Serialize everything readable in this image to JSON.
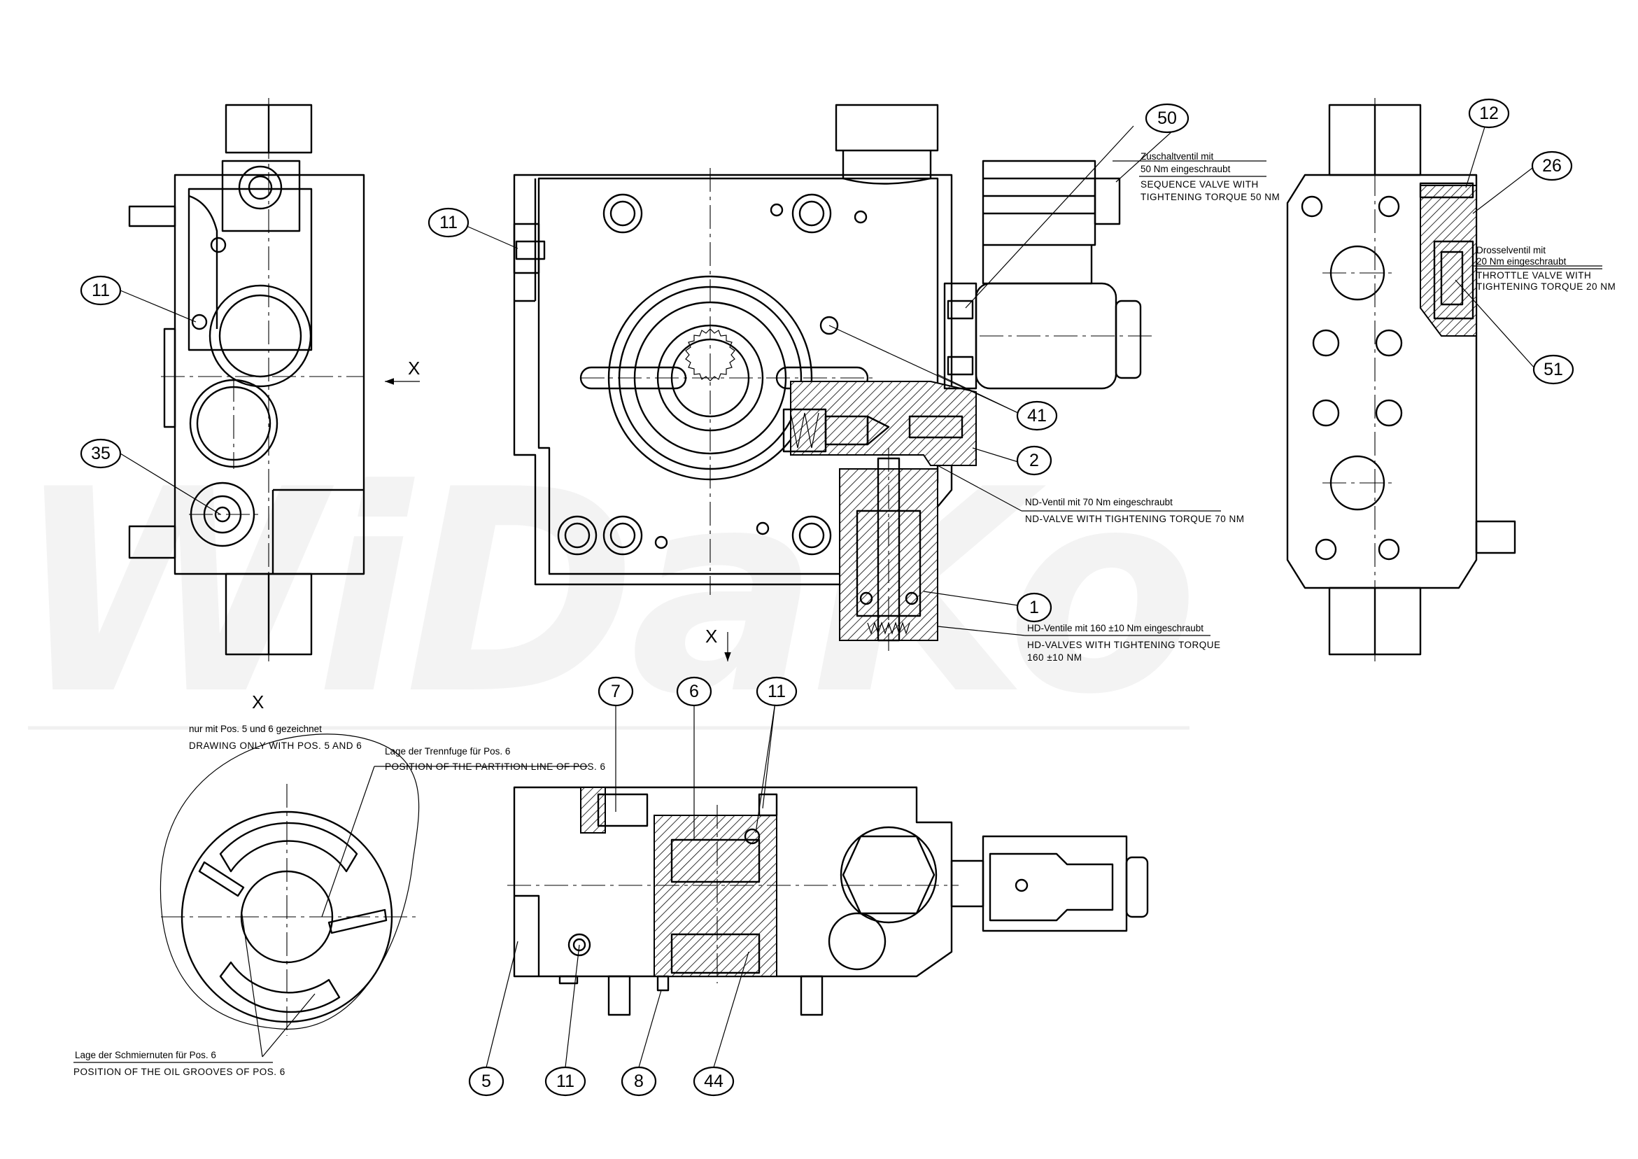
{
  "watermark": "WiDaKo",
  "view_labels": {
    "x_arrow_left": "X",
    "x_arrow_center": "X",
    "x_view_title": "X"
  },
  "balloons": {
    "b50": "50",
    "b12": "12",
    "b26": "26",
    "b51": "51",
    "b11_left": "11",
    "b35": "35",
    "b11_center": "11",
    "b41": "41",
    "b2": "2",
    "b1": "1",
    "b7": "7",
    "b6": "6",
    "b11_bottom_top": "11",
    "b5": "5",
    "b11_bottom": "11",
    "b8": "8",
    "b44": "44"
  },
  "notes": {
    "sequence_de_1": "Zuschaltventil mit",
    "sequence_de_2": "50 Nm eingeschraubt",
    "sequence_en_1": "SEQUENCE VALVE WITH",
    "sequence_en_2": "TIGHTENING TORQUE 50 NM",
    "throttle_de_1": "Drosselventil mit",
    "throttle_de_2": "20 Nm eingeschraubt",
    "throttle_en_1": "THROTTLE VALVE WITH",
    "throttle_en_2": "TIGHTENING TORQUE 20 NM",
    "nd_de": "ND-Ventil mit 70 Nm eingeschraubt",
    "nd_en": "ND-VALVE WITH TIGHTENING TORQUE 70 NM",
    "hd_de": "HD-Ventile mit 160 ±10 Nm eingeschraubt",
    "hd_en_1": "HD-VALVES WITH TIGHTENING TORQUE",
    "hd_en_2": "160 ±10 NM",
    "drawn_de": "nur mit Pos. 5 und 6 gezeichnet",
    "drawn_en": "DRAWING ONLY WITH POS. 5 AND 6",
    "partition_de": "Lage der Trennfuge für Pos. 6",
    "partition_en": "POSITION OF THE PARTITION LINE OF POS. 6",
    "grooves_de": "Lage der Schmiernuten für Pos. 6",
    "grooves_en": "POSITION OF THE OIL GROOVES OF POS. 6"
  }
}
